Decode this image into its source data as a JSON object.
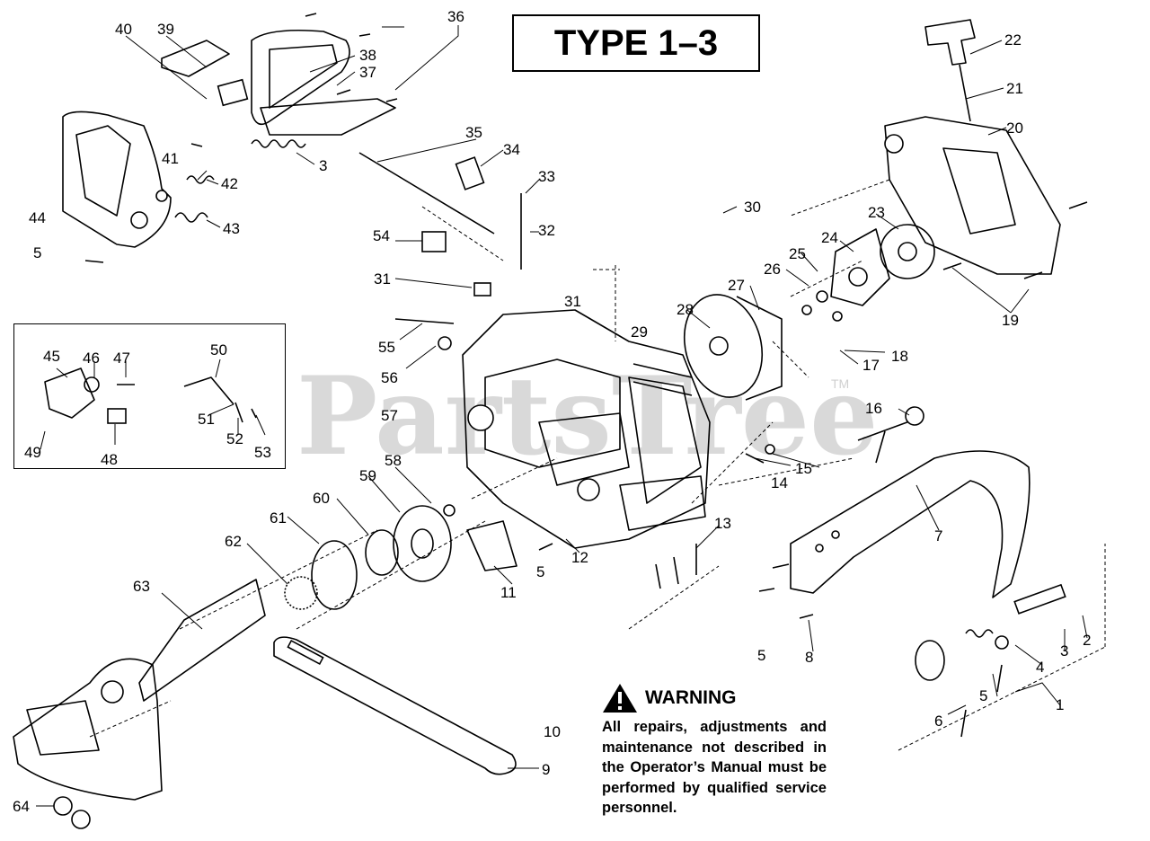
{
  "title": "TYPE 1–3",
  "watermark": "PartsTree",
  "trademark": "TM",
  "warning": {
    "heading": "WARNING",
    "text": "All repairs, adjustments and maintenance not described in the Operator’s Manual must be performed by qualified service personnel."
  },
  "callouts": [
    "1",
    "2",
    "3",
    "3",
    "4",
    "5",
    "5",
    "5",
    "5",
    "6",
    "7",
    "8",
    "9",
    "10",
    "11",
    "12",
    "13",
    "14",
    "15",
    "16",
    "17",
    "18",
    "19",
    "20",
    "21",
    "22",
    "23",
    "24",
    "25",
    "26",
    "27",
    "28",
    "29",
    "30",
    "31",
    "31",
    "32",
    "33",
    "34",
    "35",
    "36",
    "37",
    "38",
    "39",
    "40",
    "41",
    "42",
    "43",
    "44",
    "45",
    "46",
    "47",
    "48",
    "49",
    "50",
    "51",
    "52",
    "53",
    "54",
    "55",
    "56",
    "57",
    "58",
    "59",
    "60",
    "61",
    "62",
    "63",
    "64"
  ]
}
